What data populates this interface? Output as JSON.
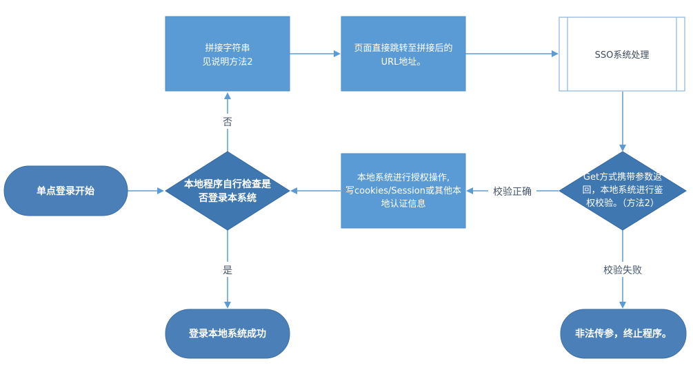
{
  "colors": {
    "box_fill": "#5b9bd5",
    "terminal_fill": "#4a7fb8",
    "decision_fill": "#3f77b0",
    "arrow": "#5b9bd5",
    "label_text": "#44546a",
    "sso_border": "#8fb4de"
  },
  "nodes": {
    "start": {
      "text": "单点登录开始"
    },
    "check": {
      "line1": "本地程序自行检查是",
      "line2": "否登录本系统"
    },
    "concat": {
      "line1": "拼接字符串",
      "line2": "见说明方法2"
    },
    "redirect": {
      "line1": "页面直接跳转至拼接后的",
      "line2": "URL地址。"
    },
    "sso": {
      "text": "SSO系统处理"
    },
    "verify": {
      "line1": "Get方式携带参数返",
      "line2": "回，本地系统进行鉴",
      "line3": "权校验。（方法2）"
    },
    "authorize": {
      "line1": "本地系统进行授权操作,",
      "line2": "写cookies/Session或其他本",
      "line3": "地认证信息"
    },
    "success": {
      "text": "登录本地系统成功"
    },
    "illegal": {
      "text": "非法传参，终止程序。"
    }
  },
  "edges": {
    "no_label": "否",
    "yes_label": "是",
    "verify_ok_label": "校验正确",
    "verify_fail_label": "校验失败"
  }
}
